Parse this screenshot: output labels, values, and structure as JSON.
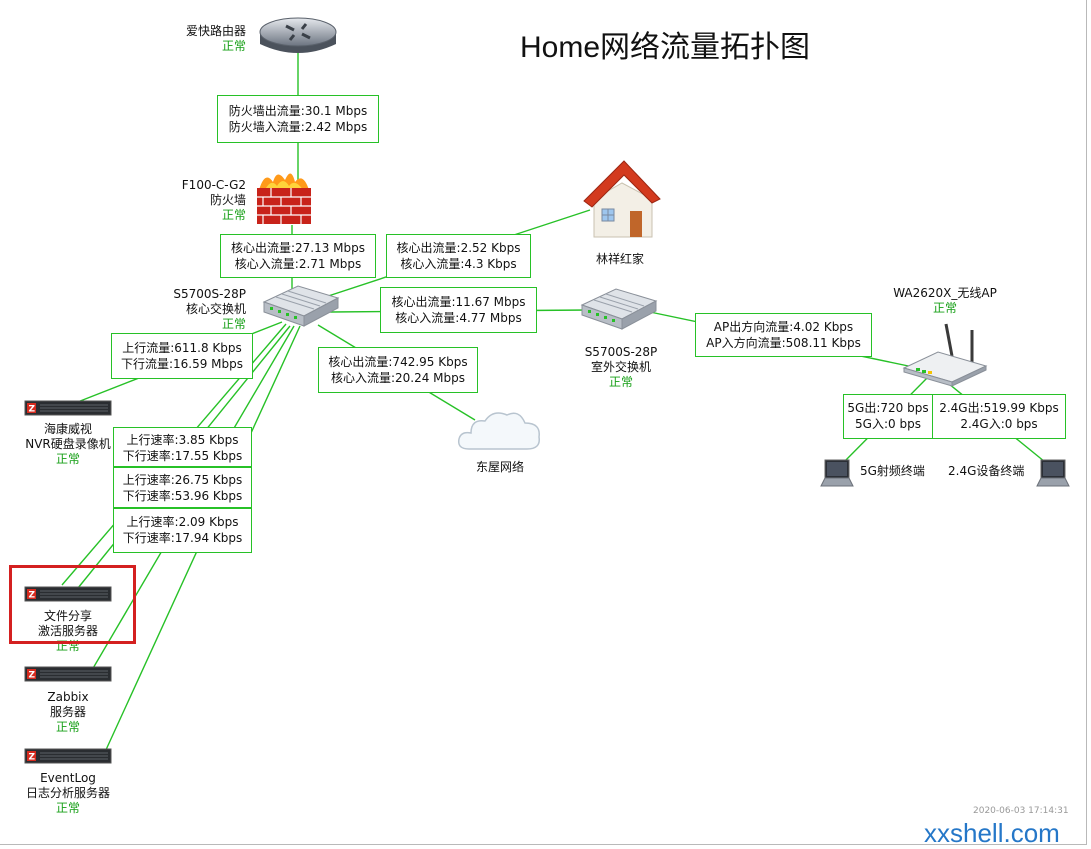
{
  "title": "Home网络流量拓扑图",
  "timestamp": "2020-06-03 17:14:31",
  "watermark": "xxshell.com",
  "colors": {
    "link": "#27c127",
    "status_ok": "#18a018",
    "highlight": "#d42020"
  },
  "nodes": {
    "router": {
      "name": "爱快路由器",
      "status": "正常",
      "icon": "router-icon"
    },
    "firewall": {
      "model": "F100-C-G2",
      "name": "防火墙",
      "status": "正常",
      "icon": "firewall-icon"
    },
    "core_switch": {
      "model": "S5700S-28P",
      "name": "核心交换机",
      "status": "正常",
      "icon": "switch-icon"
    },
    "home": {
      "name": "林祥红家",
      "icon": "house-icon"
    },
    "cloud": {
      "name": "东屋网络",
      "icon": "cloud-icon"
    },
    "outdoor_switch": {
      "model": "S5700S-28P",
      "name": "室外交换机",
      "status": "正常",
      "icon": "switch-icon"
    },
    "wireless_ap": {
      "name": "WA2620X_无线AP",
      "status": "正常",
      "icon": "wireless-ap-icon"
    },
    "terminal_5g": {
      "name": "5G射频终端",
      "icon": "laptop-icon"
    },
    "terminal_24g": {
      "name": "2.4G设备终端",
      "icon": "laptop-icon"
    },
    "nvr": {
      "name1": "海康威视",
      "name2": "NVR硬盘录像机",
      "status": "正常",
      "icon": "server-icon"
    },
    "file_server": {
      "name1": "文件分享",
      "name2": "激活服务器",
      "status": "正常",
      "icon": "server-icon"
    },
    "zabbix": {
      "name1": "Zabbix",
      "name2": "服务器",
      "status": "正常",
      "icon": "server-icon"
    },
    "eventlog": {
      "name1": "EventLog",
      "name2": "日志分析服务器",
      "status": "正常",
      "icon": "server-icon"
    }
  },
  "links": {
    "firewall_wan": [
      "防火墙出流量:30.1 Mbps",
      "防火墙入流量:2.42 Mbps"
    ],
    "firewall_core": [
      "核心出流量:27.13 Mbps",
      "核心入流量:2.71 Mbps"
    ],
    "home_core": [
      "核心出流量:2.52 Kbps",
      "核心入流量:4.3 Kbps"
    ],
    "outdoor_core": [
      "核心出流量:11.67 Mbps",
      "核心入流量:4.77 Mbps"
    ],
    "cloud_core": [
      "核心出流量:742.95 Kbps",
      "核心入流量:20.24 Mbps"
    ],
    "ap_link": [
      "AP出方向流量:4.02 Kbps",
      "AP入方向流量:508.11 Kbps"
    ],
    "nvr_link": [
      "上行流量:611.8 Kbps",
      "下行流量:16.59 Mbps"
    ],
    "file_link": [
      "上行速率:3.85 Kbps",
      "下行速率:17.55 Kbps"
    ],
    "zabbix_link": [
      "上行速率:26.75 Kbps",
      "下行速率:53.96 Kbps"
    ],
    "eventlog_link": [
      "上行速率:2.09 Kbps",
      "下行速率:17.94 Kbps"
    ],
    "band_5g": [
      "5G出:720 bps",
      "5G入:0 bps"
    ],
    "band_24g": [
      "2.4G出:519.99 Kbps",
      "2.4G入:0 bps"
    ]
  }
}
